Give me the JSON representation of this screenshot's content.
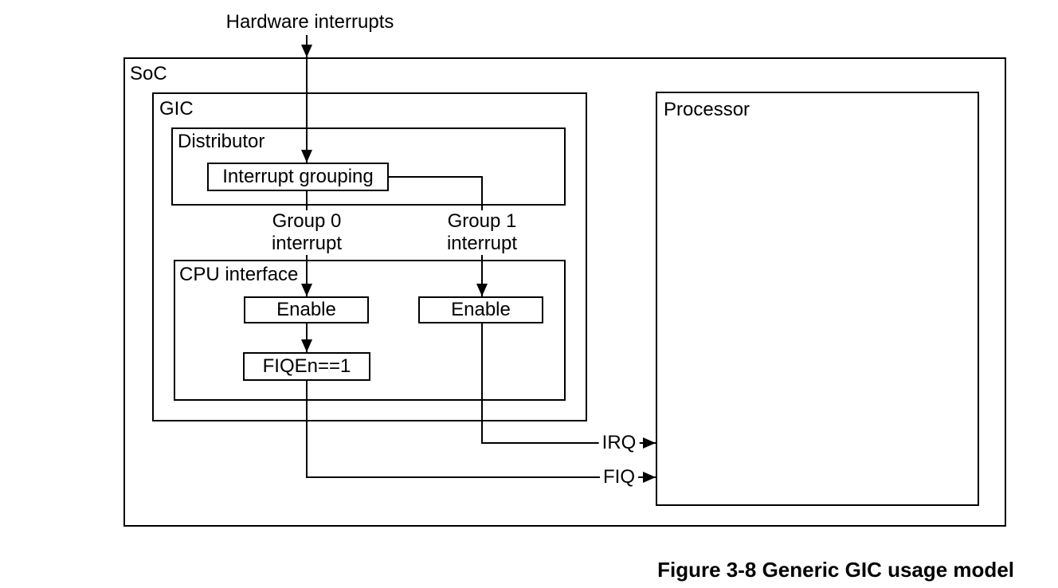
{
  "diagram": {
    "hardware_interrupts_label": "Hardware interrupts",
    "soc": {
      "label": "SoC",
      "gic": {
        "label": "GIC",
        "distributor": {
          "label": "Distributor",
          "interrupt_grouping_label": "Interrupt grouping"
        },
        "group0_signal": {
          "line1": "Group 0",
          "line2": "interrupt"
        },
        "group1_signal": {
          "line1": "Group 1",
          "line2": "interrupt"
        },
        "cpu_interface": {
          "label": "CPU interface",
          "enable_group0_label": "Enable",
          "enable_group1_label": "Enable",
          "fiqen_label": "FIQEn==1"
        }
      },
      "processor": {
        "label": "Processor"
      },
      "outputs": {
        "irq_label": "IRQ",
        "fiq_label": "FIQ"
      }
    },
    "caption": "Figure 3-8 Generic GIC usage model"
  },
  "colors": {
    "line": "#000000",
    "text": "#000000",
    "background": "#ffffff"
  }
}
